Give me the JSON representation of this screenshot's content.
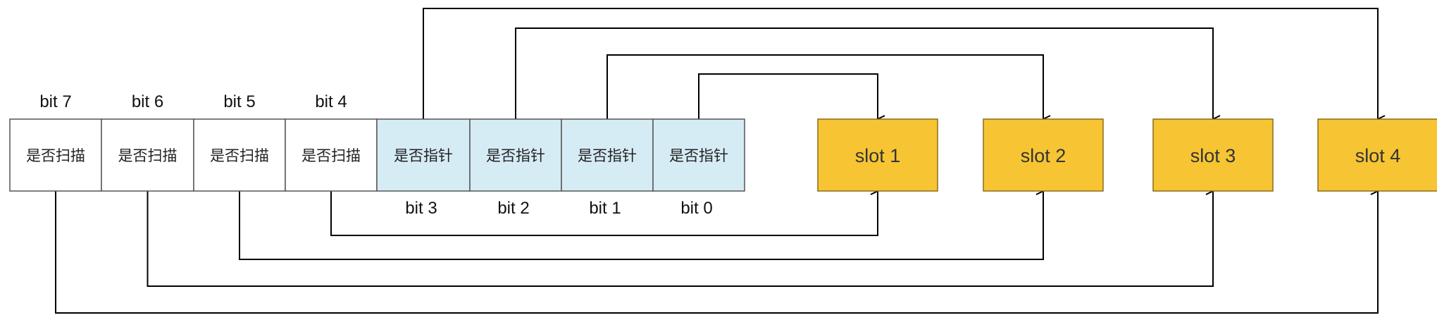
{
  "colors": {
    "scan_cell_fill": "#ffffff",
    "pointer_cell_fill": "#d6ecf5",
    "slot_fill": "#f7c533",
    "border": "#555555",
    "wire": "#000000"
  },
  "cells": [
    {
      "text": "是否扫描",
      "bit": "bit 7",
      "kind": "scan"
    },
    {
      "text": "是否扫描",
      "bit": "bit 6",
      "kind": "scan"
    },
    {
      "text": "是否扫描",
      "bit": "bit 5",
      "kind": "scan"
    },
    {
      "text": "是否扫描",
      "bit": "bit 4",
      "kind": "scan"
    },
    {
      "text": "是否指针",
      "bit": "bit 3",
      "kind": "pointer"
    },
    {
      "text": "是否指针",
      "bit": "bit 2",
      "kind": "pointer"
    },
    {
      "text": "是否指针",
      "bit": "bit 1",
      "kind": "pointer"
    },
    {
      "text": "是否指针",
      "bit": "bit 0",
      "kind": "pointer"
    }
  ],
  "slots": [
    {
      "label": "slot 1"
    },
    {
      "label": "slot 2"
    },
    {
      "label": "slot 3"
    },
    {
      "label": "slot 4"
    }
  ],
  "connections": [
    {
      "from_bit": "bit 0",
      "to_slot": "slot 1",
      "side": "top"
    },
    {
      "from_bit": "bit 1",
      "to_slot": "slot 2",
      "side": "top"
    },
    {
      "from_bit": "bit 2",
      "to_slot": "slot 3",
      "side": "top"
    },
    {
      "from_bit": "bit 3",
      "to_slot": "slot 4",
      "side": "top"
    },
    {
      "from_bit": "bit 4",
      "to_slot": "slot 1",
      "side": "bottom"
    },
    {
      "from_bit": "bit 5",
      "to_slot": "slot 2",
      "side": "bottom"
    },
    {
      "from_bit": "bit 6",
      "to_slot": "slot 3",
      "side": "bottom"
    },
    {
      "from_bit": "bit 7",
      "to_slot": "slot 4",
      "side": "bottom"
    }
  ]
}
